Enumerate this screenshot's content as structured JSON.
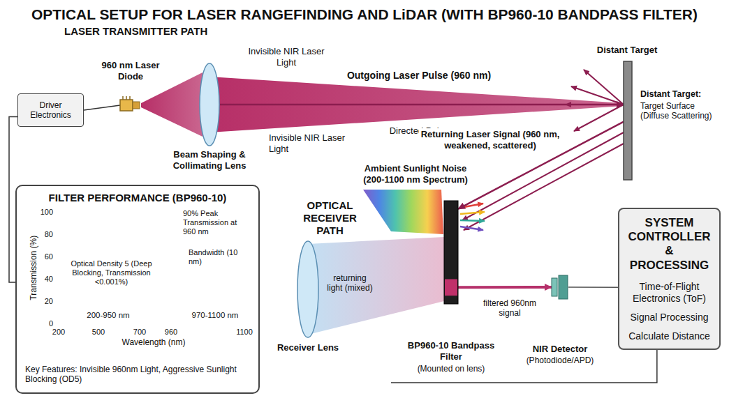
{
  "diagram": {
    "title": "OPTICAL SETUP FOR LASER RANGEFINDING AND LiDAR (WITH BP960-10 BANDPASS FILTER)",
    "nodes": [
      {
        "text": [
          "Driver Electronics"
        ]
      },
      {
        "text": [
          "960 nm Laser Diode"
        ]
      },
      {
        "text": [
          "Beam Shaping & Collimating Lens"
        ]
      },
      {
        "text": [
          "Distant Target",
          "Distant Target:",
          "Target Surface (Diffuse Scattering)"
        ]
      },
      {
        "text": [
          "FILTER PERFORMANCE (BP960-10)",
          "Key Features: Invisible 960nm Light, Aggressive Sunlight Blocking (OD5)"
        ]
      },
      {
        "text": [
          "Receiver Lens"
        ]
      },
      {
        "text": [
          "BP960-10 Bandpass Filter",
          "(Mounted on lens)"
        ]
      },
      {
        "text": [
          "NIR Detector",
          "(Photodiode/APD)"
        ]
      },
      {
        "text": [
          "SYSTEM CONTROLLER & PROCESSING",
          "Time-of-Flight Electronics (ToF)",
          "Signal Processing",
          "Calculate Distance"
        ]
      }
    ],
    "edges": [
      {
        "from": 0,
        "to": 1,
        "arrow": "none"
      },
      {
        "from": 2,
        "to": 3,
        "label": "Outgoing Laser Pulse (960 nm)",
        "arrow": "to"
      },
      {
        "from": 3,
        "to": 6,
        "label": "Returning Laser Signal (960 nm, weakened, scattered)",
        "arrow": "to"
      },
      {
        "from": 6,
        "to": 7,
        "label": "filtered 960nm signal",
        "arrow": "to"
      },
      {
        "from": 7,
        "to": 8,
        "arrow": "none"
      },
      {
        "from": 0,
        "to": 4,
        "arrow": "none"
      }
    ],
    "labels": [
      "LASER TRANSMITTER PATH",
      "Invisible NIR Laser Light",
      "Invisible NIR Laser Light",
      "Directed Pulse",
      "Ambient Sunlight Noise (200-1100 nm Spectrum)",
      "OPTICAL RECEIVER PATH",
      "returning light (mixed)",
      "Transmission (%)",
      "Wavelength (nm)",
      "0",
      "20",
      "40",
      "60",
      "80",
      "100",
      "200",
      "500",
      "700",
      "960",
      "1100",
      "90% Peak Transmission at 960 nm",
      "Optical Density 5 (Deep Blocking, Transmission <0.001%)",
      "Bandwidth (10 nm)",
      "200-950 nm",
      "970-1100 nm"
    ]
  }
}
